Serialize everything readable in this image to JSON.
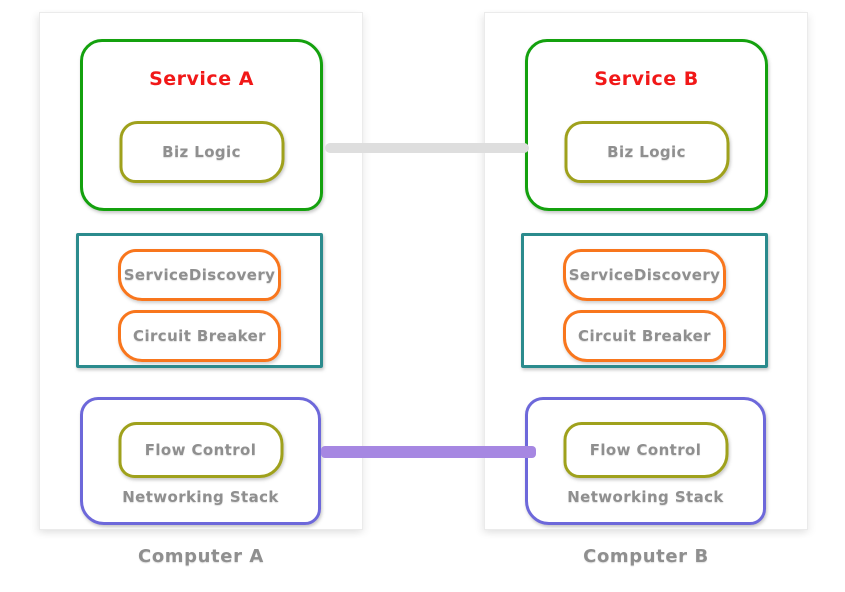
{
  "colors": {
    "service-border": "#14a10e",
    "inner-border": "#9fa11c",
    "middleware-border": "#2b8b8d",
    "item-border": "#f8761d",
    "network-border": "#6d68da",
    "service-link": "#dedede",
    "network-link": "#a687e2",
    "title-text": "#f11818",
    "label-text": "#8f8f8f",
    "container-border": "#ebebeb"
  },
  "computers": [
    {
      "label": "Computer A",
      "service": {
        "title": "Service A",
        "component": "Biz Logic"
      },
      "middleware": {
        "items": [
          "ServiceDiscovery",
          "Circuit Breaker"
        ]
      },
      "network": {
        "component": "Flow Control",
        "label": "Networking Stack"
      }
    },
    {
      "label": "Computer B",
      "service": {
        "title": "Service B",
        "component": "Biz Logic"
      },
      "middleware": {
        "items": [
          "ServiceDiscovery",
          "Circuit Breaker"
        ]
      },
      "network": {
        "component": "Flow Control",
        "label": "Networking Stack"
      }
    }
  ],
  "connections": [
    {
      "name": "service-to-service-link"
    },
    {
      "name": "network-to-network-link"
    }
  ]
}
